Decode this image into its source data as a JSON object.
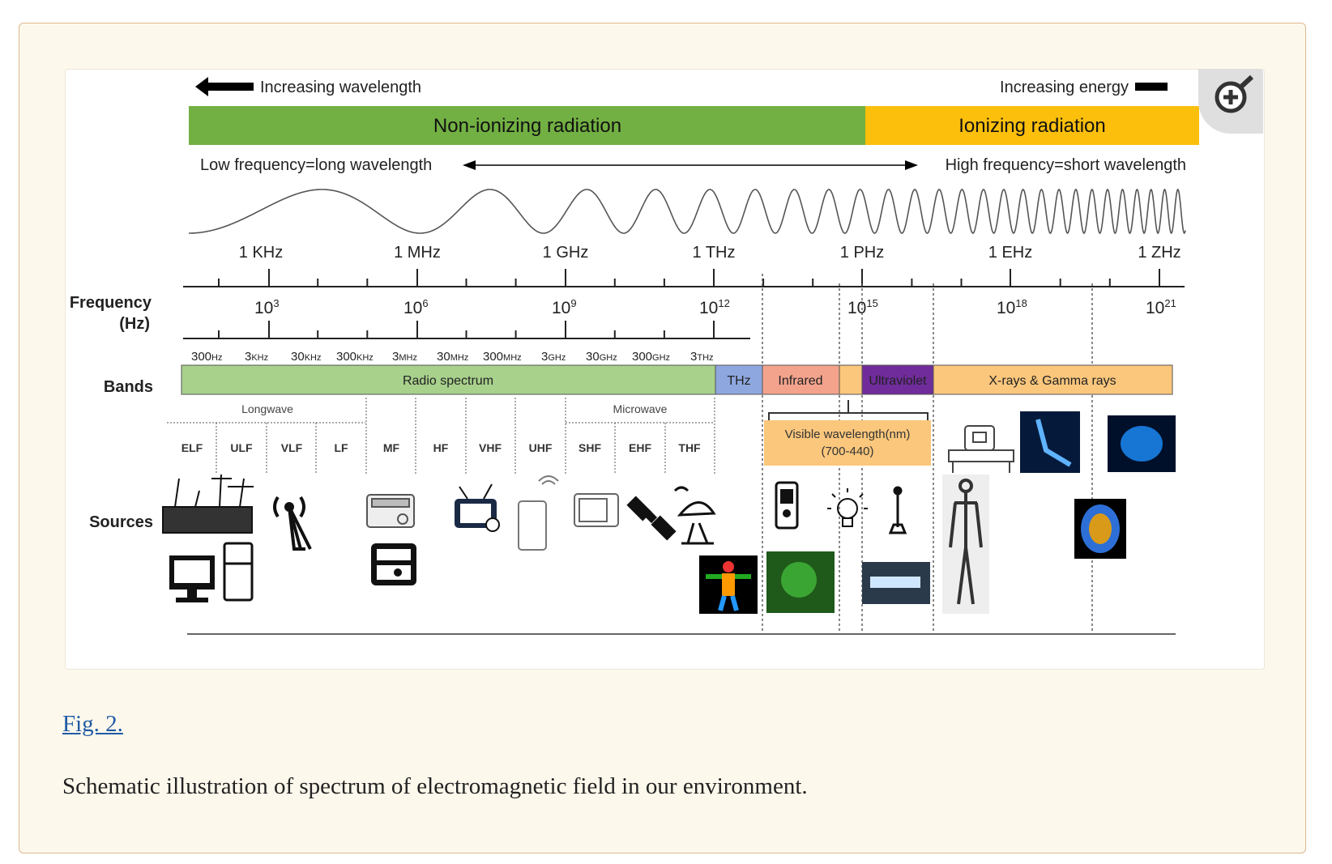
{
  "figure": {
    "top_left_arrow": "Increasing wavelength",
    "top_right_arrow": "Increasing energy",
    "non_ionizing": "Non-ionizing radiation",
    "ionizing": "Ionizing radiation",
    "low_freq": "Low frequency=long wavelength",
    "high_freq": "High frequency=short wavelength",
    "unit_labels": [
      "1 KHz",
      "1 MHz",
      "1 GHz",
      "1 THz",
      "1 PHz",
      "1 EHz",
      "1 ZHz"
    ],
    "exponent_labels": [
      {
        "base": "10",
        "exp": "3"
      },
      {
        "base": "10",
        "exp": "6"
      },
      {
        "base": "10",
        "exp": "9"
      },
      {
        "base": "10",
        "exp": "12"
      },
      {
        "base": "10",
        "exp": "15"
      },
      {
        "base": "10",
        "exp": "18"
      },
      {
        "base": "10",
        "exp": "21"
      }
    ],
    "freq_label_1": "Frequency",
    "freq_label_2": "(Hz)",
    "small_ticks": [
      {
        "num": "300",
        "unit": "Hz"
      },
      {
        "num": "3",
        "unit": "KHz"
      },
      {
        "num": "30",
        "unit": "KHz"
      },
      {
        "num": "300",
        "unit": "KHz"
      },
      {
        "num": "3",
        "unit": "MHz"
      },
      {
        "num": "30",
        "unit": "MHz"
      },
      {
        "num": "300",
        "unit": "MHz"
      },
      {
        "num": "3",
        "unit": "GHz"
      },
      {
        "num": "30",
        "unit": "GHz"
      },
      {
        "num": "300",
        "unit": "GHz"
      },
      {
        "num": "3",
        "unit": "THz"
      }
    ],
    "bands_label": "Bands",
    "bands": [
      "Radio spectrum",
      "THz",
      "Infrared",
      "",
      "Ultraviolet",
      "X-rays & Gamma rays"
    ],
    "longwave": "Longwave",
    "microwave": "Microwave",
    "sub_bands": [
      "ELF",
      "ULF",
      "VLF",
      "LF",
      "MF",
      "HF",
      "VHF",
      "UHF",
      "SHF",
      "EHF",
      "THF"
    ],
    "visible_line1": "Visible wavelength(nm)",
    "visible_line2": "(700-440)",
    "sources_label": "Sources"
  },
  "fig_link": "Fig. 2.",
  "caption": "Schematic illustration of spectrum of electromagnetic field in our environment.",
  "colors": {
    "non_ionizing": "#72b043",
    "ionizing": "#fcbf0c",
    "radio": "#a8d18c",
    "thz": "#8ea7df",
    "infrared": "#f3a38c",
    "visible": "#fbc77c",
    "ultraviolet": "#6f2c9a",
    "xray": "#fbc77c",
    "link": "#1f5aa6"
  },
  "icons": [
    "zoom-in-icon",
    "power-lines-icon",
    "computer-icon",
    "fridge-icon",
    "antenna-icon",
    "radio-icon",
    "am-fm-radio-icon",
    "tv-icon",
    "phone-icon",
    "microwave-icon",
    "satellite-icon",
    "dish-icon",
    "thermal-body-icon",
    "remote-icon",
    "night-vision-icon",
    "bulb-icon",
    "uv-lamp-icon",
    "tanning-bed-icon",
    "scanner-icon",
    "foot-xray-icon",
    "skeleton-scan-icon",
    "brain-scan-icon",
    "nebula-icon"
  ]
}
